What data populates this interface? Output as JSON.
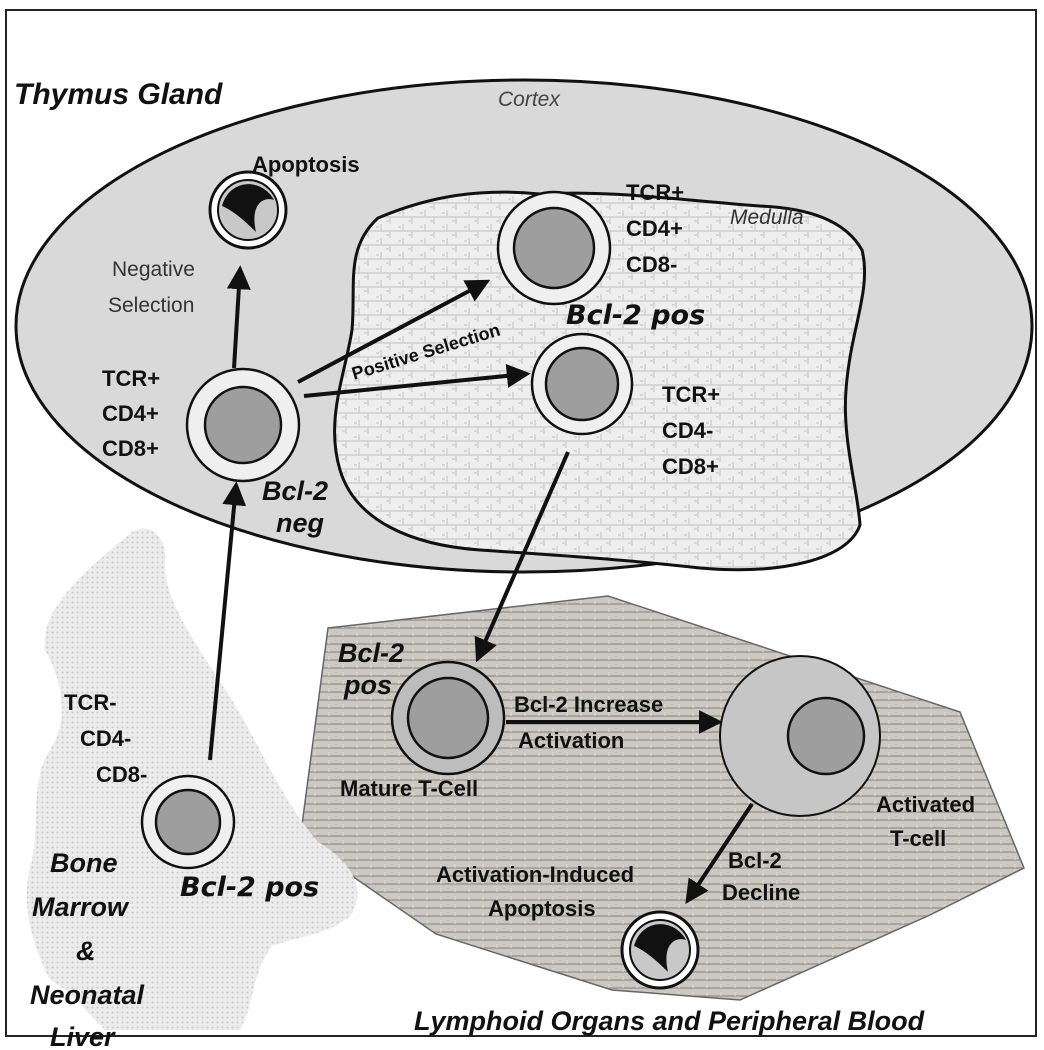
{
  "titles": {
    "thymus": "Thymus Gland",
    "cortex": "Cortex",
    "medulla": "Medulla",
    "lymphoid": "Lymphoid Organs and Peripheral Blood",
    "bone_marrow": [
      "Bone",
      "Marrow",
      "&",
      "Neonatal",
      "Liver"
    ]
  },
  "process_labels": {
    "apoptosis": "Apoptosis",
    "negative_selection": [
      "Negative",
      "Selection"
    ],
    "positive_selection": "Positive Selection",
    "bcl2_increase": "Bcl-2 Increase",
    "activation": "Activation",
    "mature_tcell": "Mature T-Cell",
    "activated_tcell": [
      "Activated",
      "T-cell"
    ],
    "bcl2_decline": [
      "Bcl-2",
      "Decline"
    ],
    "activation_induced_apoptosis": [
      "Activation-Induced",
      "Apoptosis"
    ]
  },
  "markers": {
    "double_positive": [
      "TCR+",
      "CD4+",
      "CD8+"
    ],
    "cd4_single": [
      "TCR+",
      "CD4+",
      "CD8-"
    ],
    "cd8_single": [
      "TCR+",
      "CD4-",
      "CD8+"
    ],
    "bone_marrow_cell": [
      "TCR-",
      "CD4-",
      "CD8-"
    ]
  },
  "bcl2_status": {
    "thymus_medulla": "Bcl-2 pos",
    "double_positive": [
      "Bcl-2",
      "neg"
    ],
    "mature": [
      "Bcl-2",
      "pos"
    ],
    "bone_marrow": "Bcl-2 pos"
  },
  "colors": {
    "nucleus": "#9e9e9e",
    "cell_membrane": "#efefef",
    "cortex_fill": "#d9d9d9",
    "medulla_fill": "#eeeeee",
    "lymphoid_fill": "#c9c6bf",
    "marrow_fill": "#e7e7e7",
    "line": "#111111"
  }
}
